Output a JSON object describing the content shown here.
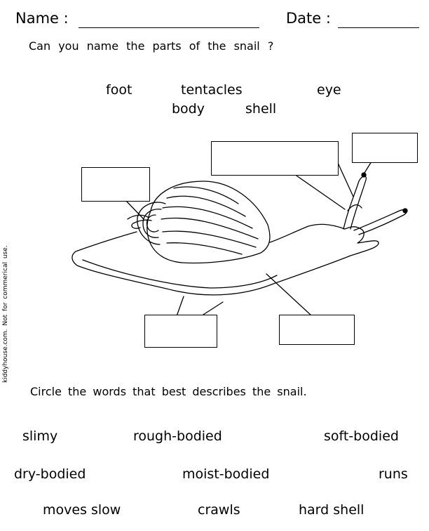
{
  "header": {
    "name_label": "Name :",
    "date_label": "Date :"
  },
  "question_1": "Can  you  name  the  parts  of  the snail ?",
  "word_bank": {
    "foot": "foot",
    "tentacles": "tentacles",
    "eye": "eye",
    "body": "body",
    "shell": "shell"
  },
  "side_note": "kiddyhouse.com.   Not for commerical use.",
  "question_2": "Circle   the   words   that   best   describes   the   snail.",
  "choices": [
    "slimy",
    "rough-bodied",
    "soft-bodied",
    "dry-bodied",
    "moist-bodied",
    "runs",
    "moves slow",
    "crawls",
    "hard shell"
  ]
}
